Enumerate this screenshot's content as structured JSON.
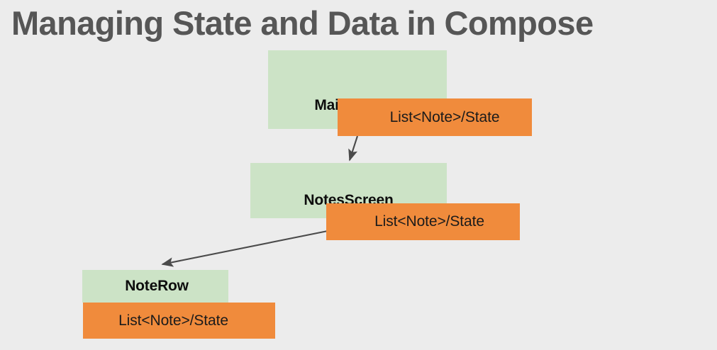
{
  "slide": {
    "title": "Managing State and Data in Compose",
    "background_color": "#ececec",
    "title_color": "#565656"
  },
  "colors": {
    "node_green": "#cce3c6",
    "node_orange": "#f08b3c",
    "arrow": "#4a4a4a",
    "node_text": "#0d0d0d",
    "state_text": "#1b1b1b"
  },
  "diagram": {
    "type": "flow-hierarchy",
    "nodes": [
      {
        "id": "main-activity",
        "name": "MainActivity",
        "state_label": "List<Note>/State",
        "green_color": "#cce3c6",
        "orange_color": "#f08b3c"
      },
      {
        "id": "notes-screen",
        "name": "NotesScreen",
        "state_label": "List<Note>/State",
        "green_color": "#cce3c6",
        "orange_color": "#f08b3c"
      },
      {
        "id": "note-row",
        "name": "NoteRow",
        "state_label": "List<Note>/State",
        "green_color": "#cce3c6",
        "orange_color": "#f08b3c"
      }
    ],
    "edges": [
      {
        "id": "edge-main-to-notes",
        "from": "main-activity",
        "to": "notes-screen"
      },
      {
        "id": "edge-notes-to-row",
        "from": "notes-screen",
        "to": "note-row"
      }
    ]
  }
}
